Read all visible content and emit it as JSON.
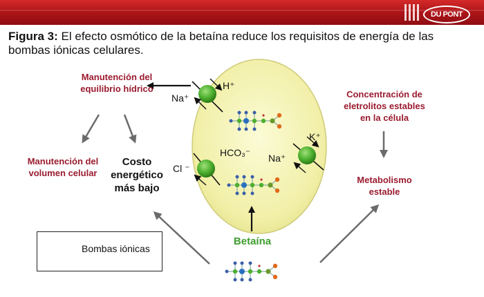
{
  "header": {
    "logo_text": "DU PONT",
    "brand_color": "#b0161a"
  },
  "caption": {
    "prefix": "Figura 3:",
    "text": " El efecto osmótico de la betaína reduce los requisitos de energía de las bombas iónicas celulares."
  },
  "labels": {
    "manutencion_equilibrio": "Manutención del equilibrio hídrico",
    "manutencion_volumen": "Manutención del volumen celular",
    "costo_energetico": "Costo energético más bajo",
    "concentracion": "Concentración de eletrolitos estables en la célula",
    "metabolismo": "Metabolismo estable",
    "betaina": "Betaína",
    "legend": "Bombas iónicas"
  },
  "ions": {
    "h": "H⁺",
    "na_top": "Na⁺",
    "hco3": "HCO₃⁻",
    "cl": "Cl ⁻",
    "k": "K⁺",
    "na_right": "Na⁺"
  },
  "colors": {
    "cell_fill": "#f4f2b0",
    "pump_green": "#4caf2e",
    "label_red": "#9a1b2f",
    "arrow_gray": "#6b6b6b",
    "betaine_green": "#3f9e2f"
  }
}
